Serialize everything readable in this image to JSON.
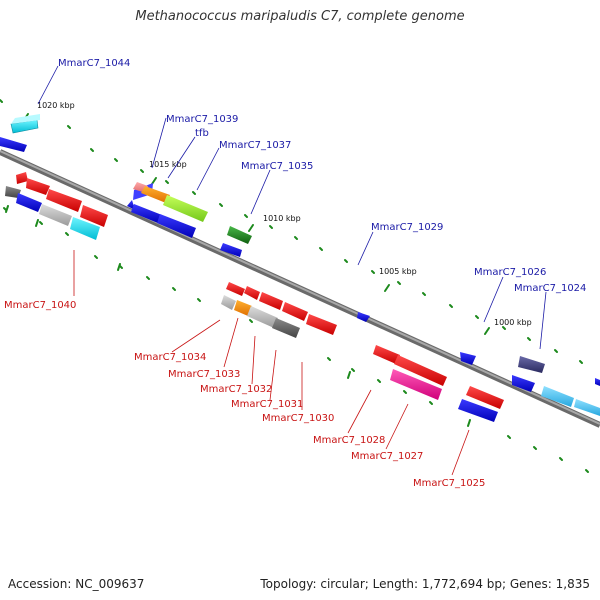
{
  "title": "Methanococcus maripaludis C7, complete genome",
  "footer": {
    "accession": "Accession: NC_009637",
    "summary": "Topology: circular; Length: 1,772,694 bp; Genes: 1,835"
  },
  "scale_labels": [
    "1020 kbp",
    "1015 kbp",
    "1010 kbp",
    "1005 kbp",
    "1000 kbp"
  ],
  "gene_labels_top": [
    "MmarC7_1044",
    "MmarC7_1039",
    "tfb",
    "MmarC7_1037",
    "MmarC7_1035",
    "MmarC7_1029",
    "MmarC7_1026",
    "MmarC7_1024"
  ],
  "gene_labels_bottom": [
    "MmarC7_1040",
    "MmarC7_1034",
    "MmarC7_1033",
    "MmarC7_1032",
    "MmarC7_1031",
    "MmarC7_1030",
    "MmarC7_1028",
    "MmarC7_1027",
    "MmarC7_1025"
  ],
  "colors": {
    "label_top": "#1a1aa6",
    "label_bottom": "#c81414",
    "backbone": "#8a8a8a",
    "tick": "#1d8a1d"
  }
}
